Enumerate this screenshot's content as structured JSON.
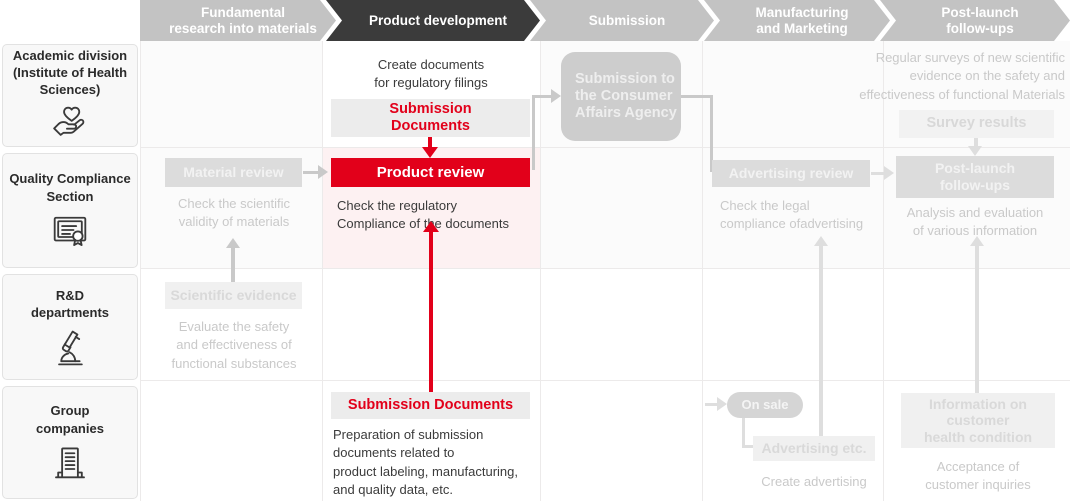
{
  "phases": [
    {
      "label": "Fundamental\nresearch into materials",
      "active": false
    },
    {
      "label": "Product development",
      "active": true
    },
    {
      "label": "Submission",
      "active": false
    },
    {
      "label": "Manufacturing\nand Marketing",
      "active": false
    },
    {
      "label": "Post-launch\nfollow-ups",
      "active": false
    }
  ],
  "roles": [
    {
      "label": "Academic division\n(Institute of Health\nSciences)",
      "icon": "hand-heart-icon"
    },
    {
      "label": "Quality Compliance\nSection",
      "icon": "certificate-icon"
    },
    {
      "label": "R&D\ndepartments",
      "icon": "microscope-icon"
    },
    {
      "label": "Group\ncompanies",
      "icon": "building-icon"
    }
  ],
  "nodes": {
    "create_documents_caption": "Create documents\nfor regulatory filings",
    "submission_documents_top": "Submission\nDocuments",
    "submission_to_caa": "Submission to\nthe Consumer\nAffairs Agency",
    "regular_surveys_caption": "Regular surveys of new scientific\nevidence on the safety and\neffectiveness of functional Materials",
    "survey_results": "Survey results",
    "material_review": "Material review",
    "material_review_caption": "Check the scientific\nvalidity of materials",
    "product_review": "Product review",
    "product_review_caption": "Check the regulatory\nCompliance of the documents",
    "advertising_review": "Advertising review",
    "advertising_review_caption": "Check the legal\ncompliance ofadvertising",
    "post_launch_followups": "Post-launch\nfollow-ups",
    "post_launch_caption": "Analysis and evaluation\nof various information",
    "scientific_evidence": "Scientific evidence",
    "scientific_evidence_caption": "Evaluate the safety\nand effectiveness of\nfunctional substances",
    "submission_documents_bottom": "Submission Documents",
    "submission_documents_bottom_caption": "Preparation of submission\ndocuments related to\nproduct labeling, manufacturing,\nand quality data, etc.",
    "on_sale": "On sale",
    "advertising_etc": "Advertising etc.",
    "advertising_etc_caption": "Create advertising",
    "customer_health_info": "Information on\ncustomer\nhealth condition",
    "customer_health_caption": "Acceptance of\ncustomer inquiries"
  },
  "colors": {
    "accent_red": "#e2001a",
    "phase_active": "#3b3b3b",
    "phase_inactive": "#c3c3c3",
    "highlight_band": "#fdf1f2"
  }
}
